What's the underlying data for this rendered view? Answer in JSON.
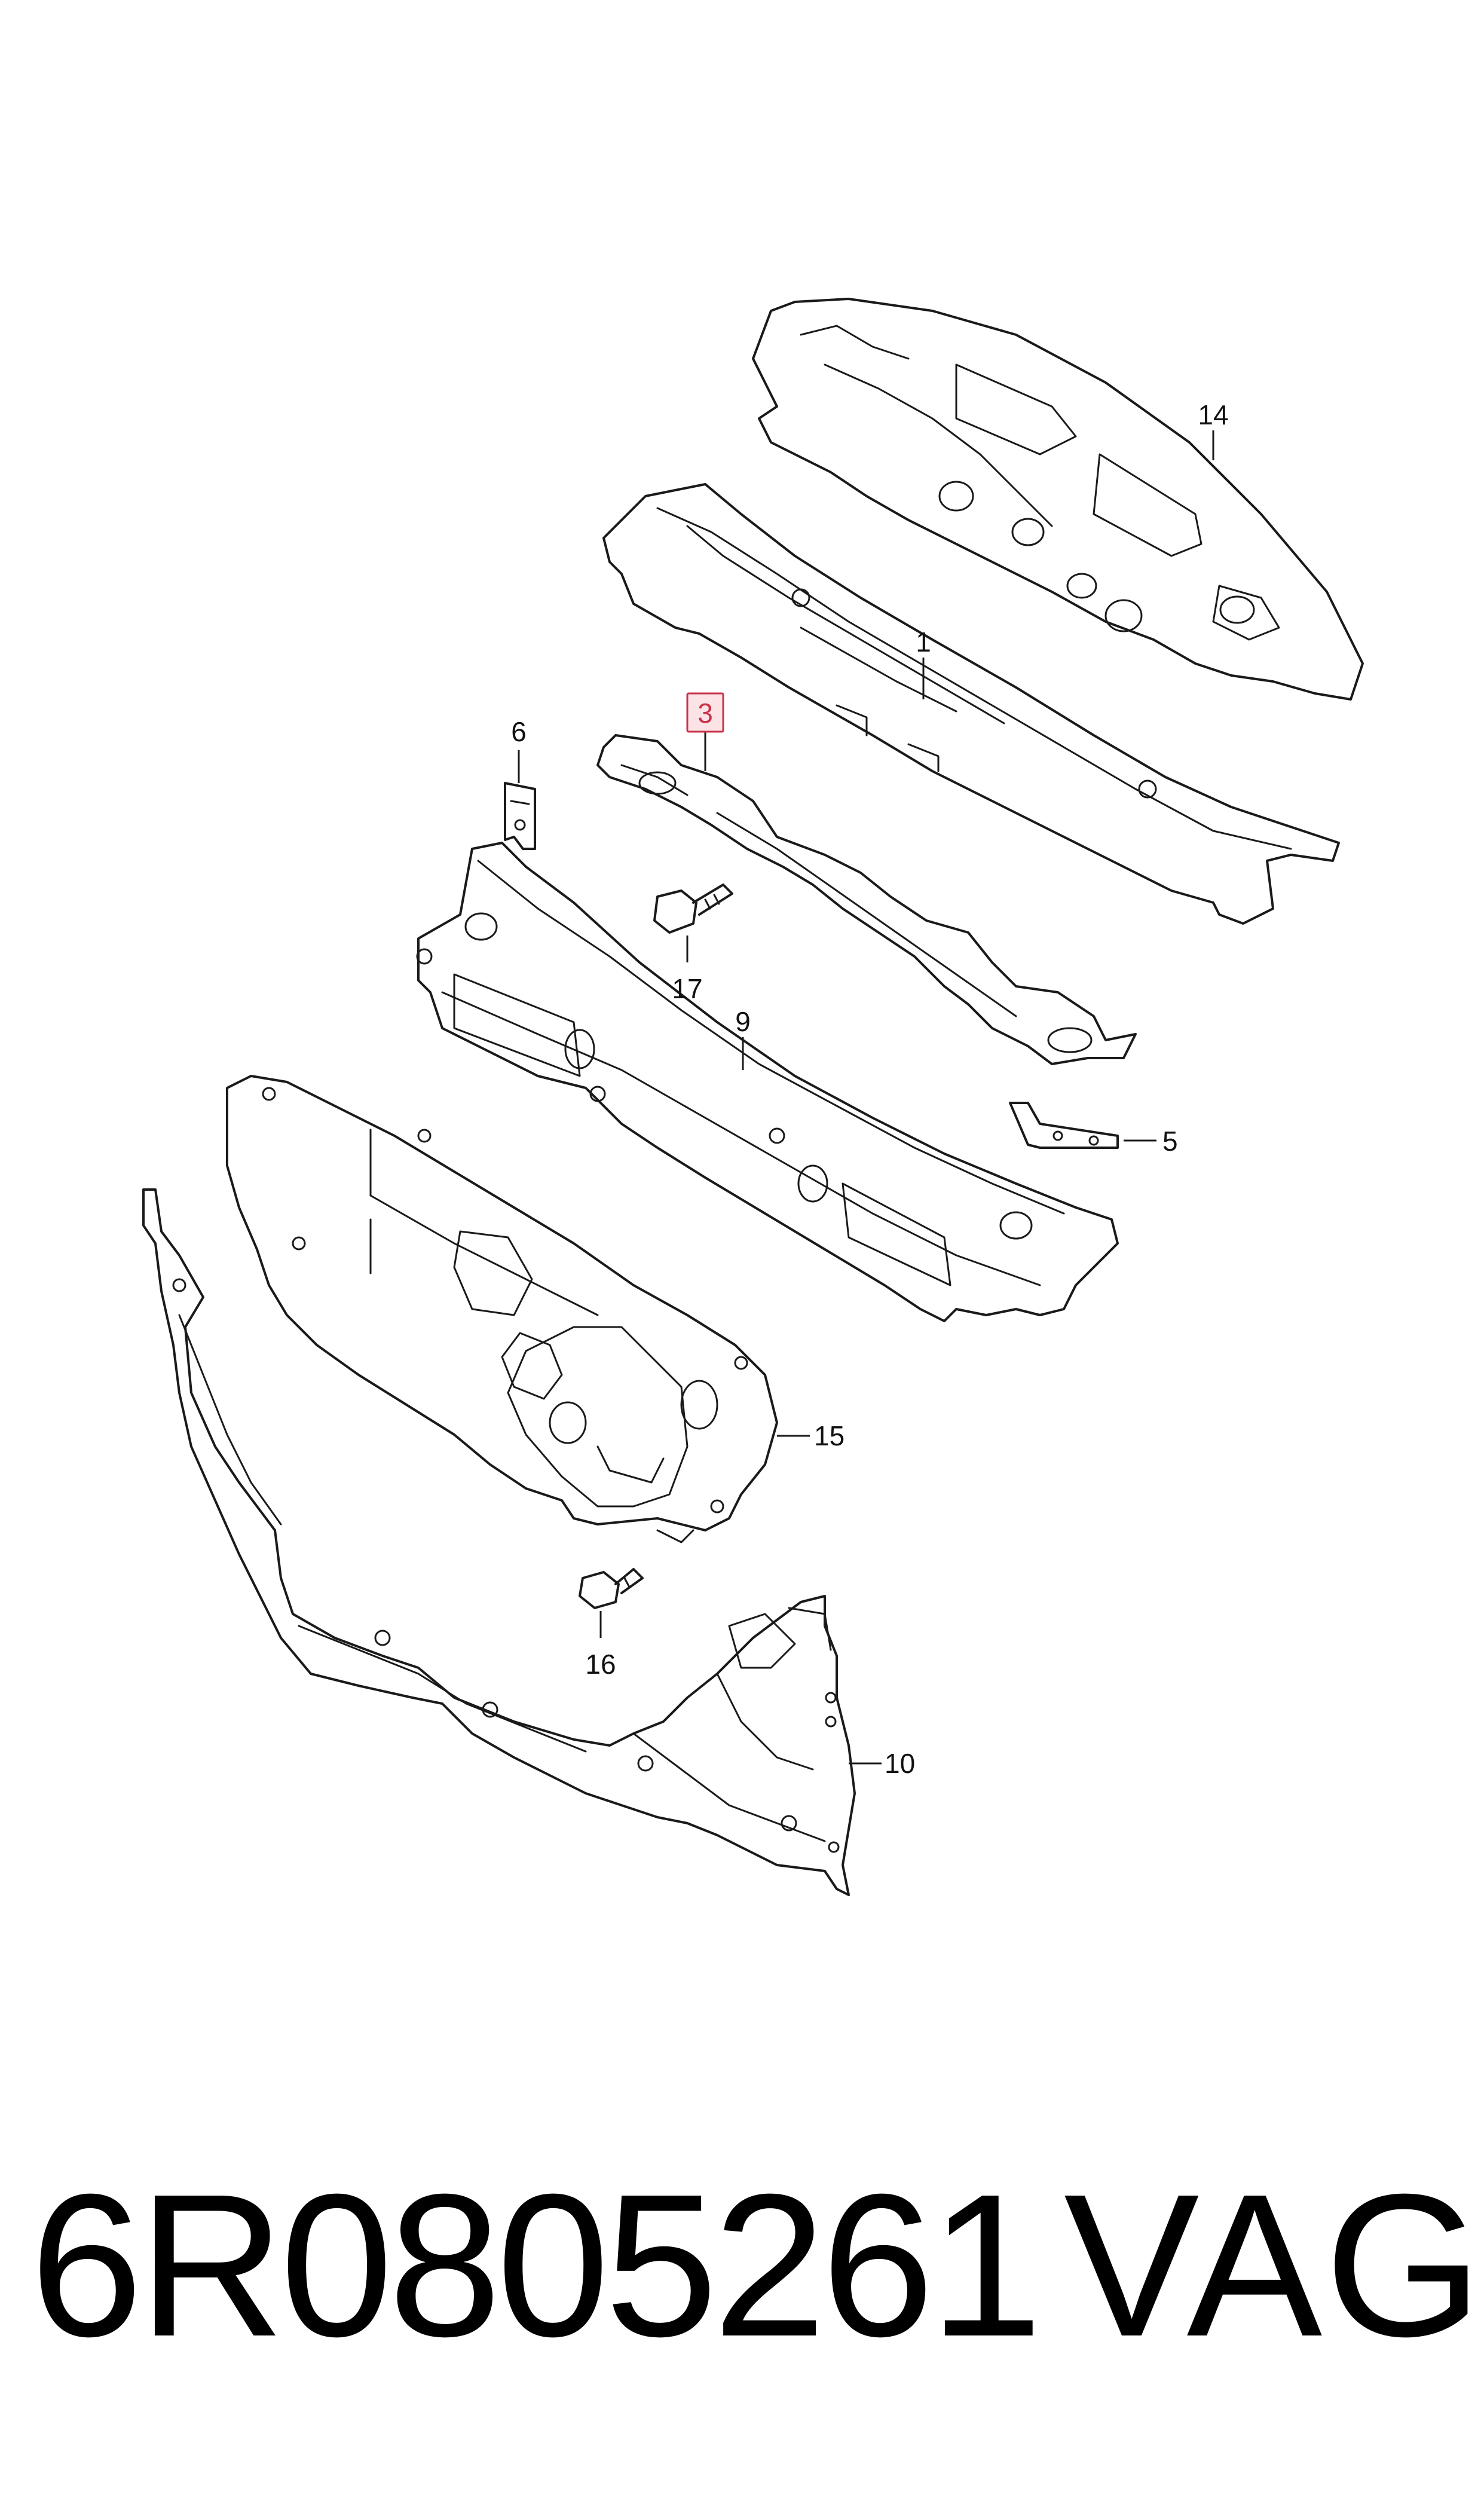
{
  "diagram": {
    "callouts": {
      "c1": "1",
      "c3": "3",
      "c5": "5",
      "c6": "6",
      "c9": "9",
      "c10": "10",
      "c14": "14",
      "c15": "15",
      "c16": "16",
      "c17": "17"
    },
    "highlight_color": "#c8334a",
    "highlight_fill": "#fbe3e6"
  },
  "footer": {
    "part_number": "6R0805261",
    "brand": "VAG"
  }
}
